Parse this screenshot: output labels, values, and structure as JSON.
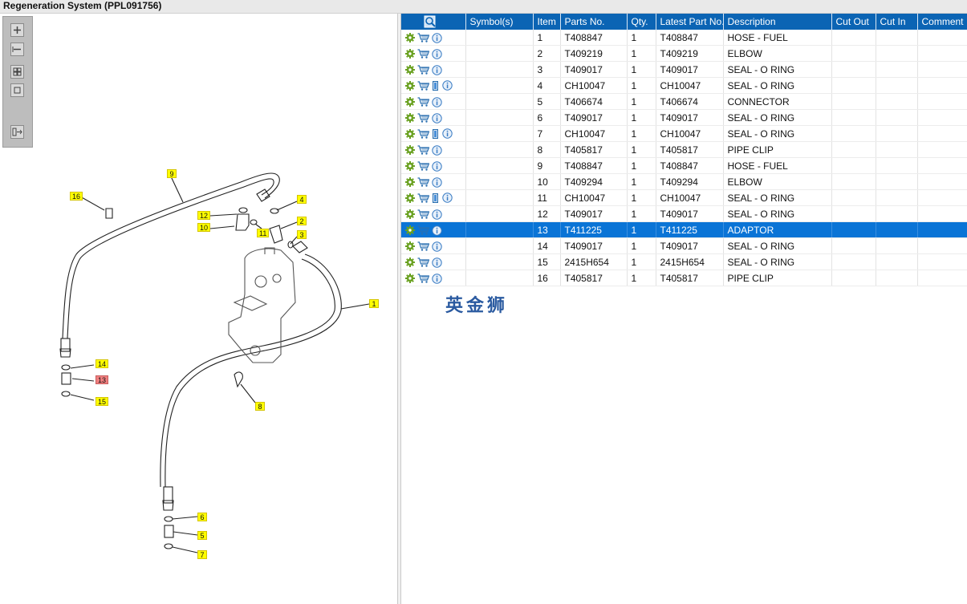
{
  "window": {
    "title": "Regeneration System (PPL091756)"
  },
  "toolbox": {
    "tools": [
      {
        "name": "zoom-in-icon"
      },
      {
        "name": "zoom-out-icon"
      },
      {
        "name": "fit-all-icon"
      },
      {
        "name": "fit-window-icon"
      },
      {
        "name": "toggle-panel-icon"
      }
    ]
  },
  "diagram": {
    "callouts": [
      "1",
      "2",
      "3",
      "4",
      "5",
      "6",
      "7",
      "8",
      "9",
      "10",
      "11",
      "12",
      "13",
      "14",
      "15",
      "16"
    ],
    "selected_callout": "13"
  },
  "table": {
    "columns": [
      "",
      "Symbol(s)",
      "Item",
      "Parts No.",
      "Qty.",
      "Latest Part No.",
      "Description",
      "Cut Out",
      "Cut In",
      "Comment"
    ],
    "rows": [
      {
        "item": "1",
        "part_no": "T408847",
        "qty": "1",
        "latest": "T408847",
        "description": "HOSE - FUEL",
        "book": false
      },
      {
        "item": "2",
        "part_no": "T409219",
        "qty": "1",
        "latest": "T409219",
        "description": "ELBOW",
        "book": false
      },
      {
        "item": "3",
        "part_no": "T409017",
        "qty": "1",
        "latest": "T409017",
        "description": "SEAL - O RING",
        "book": false
      },
      {
        "item": "4",
        "part_no": "CH10047",
        "qty": "1",
        "latest": "CH10047",
        "description": "SEAL - O RING",
        "book": true
      },
      {
        "item": "5",
        "part_no": "T406674",
        "qty": "1",
        "latest": "T406674",
        "description": "CONNECTOR",
        "book": false
      },
      {
        "item": "6",
        "part_no": "T409017",
        "qty": "1",
        "latest": "T409017",
        "description": "SEAL - O RING",
        "book": false
      },
      {
        "item": "7",
        "part_no": "CH10047",
        "qty": "1",
        "latest": "CH10047",
        "description": "SEAL - O RING",
        "book": true
      },
      {
        "item": "8",
        "part_no": "T405817",
        "qty": "1",
        "latest": "T405817",
        "description": "PIPE CLIP",
        "book": false
      },
      {
        "item": "9",
        "part_no": "T408847",
        "qty": "1",
        "latest": "T408847",
        "description": "HOSE - FUEL",
        "book": false
      },
      {
        "item": "10",
        "part_no": "T409294",
        "qty": "1",
        "latest": "T409294",
        "description": "ELBOW",
        "book": false
      },
      {
        "item": "11",
        "part_no": "CH10047",
        "qty": "1",
        "latest": "CH10047",
        "description": "SEAL - O RING",
        "book": true
      },
      {
        "item": "12",
        "part_no": "T409017",
        "qty": "1",
        "latest": "T409017",
        "description": "SEAL - O RING",
        "book": false
      },
      {
        "item": "13",
        "part_no": "T411225",
        "qty": "1",
        "latest": "T411225",
        "description": "ADAPTOR",
        "book": false,
        "selected": true
      },
      {
        "item": "14",
        "part_no": "T409017",
        "qty": "1",
        "latest": "T409017",
        "description": "SEAL - O RING",
        "book": false
      },
      {
        "item": "15",
        "part_no": "2415H654",
        "qty": "1",
        "latest": "2415H654",
        "description": "SEAL - O RING",
        "book": false
      },
      {
        "item": "16",
        "part_no": "T405817",
        "qty": "1",
        "latest": "T405817",
        "description": "PIPE CLIP",
        "book": false
      }
    ]
  },
  "watermark": {
    "text": "英金狮"
  },
  "colors": {
    "header_blue": "#0b64b4",
    "selected_row": "#0a74d6",
    "callout_yellow": "#ffff00",
    "callout_selected": "#f08080",
    "gear_green": "#6aa121",
    "cart_blue": "#2a6fb0"
  }
}
